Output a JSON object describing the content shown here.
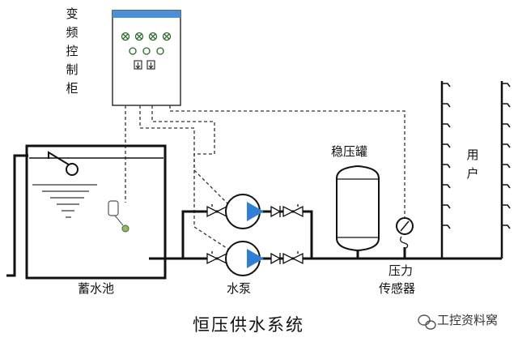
{
  "labels": {
    "cabinet": "变频控制柜",
    "tank": "稳压罐",
    "users": "用户",
    "reservoir": "蓄水池",
    "pump": "水泵",
    "sensor_line1": "压力",
    "sensor_line2": "传感器",
    "title": "恒压供水系统",
    "watermark": "工控资料窝"
  },
  "colors": {
    "pipe": "#111111",
    "cabinet_top": "#4a90d9",
    "pump_arrow": "#2f7fd4",
    "water_lines": "#333333",
    "sensor_float": "#8cc152"
  }
}
